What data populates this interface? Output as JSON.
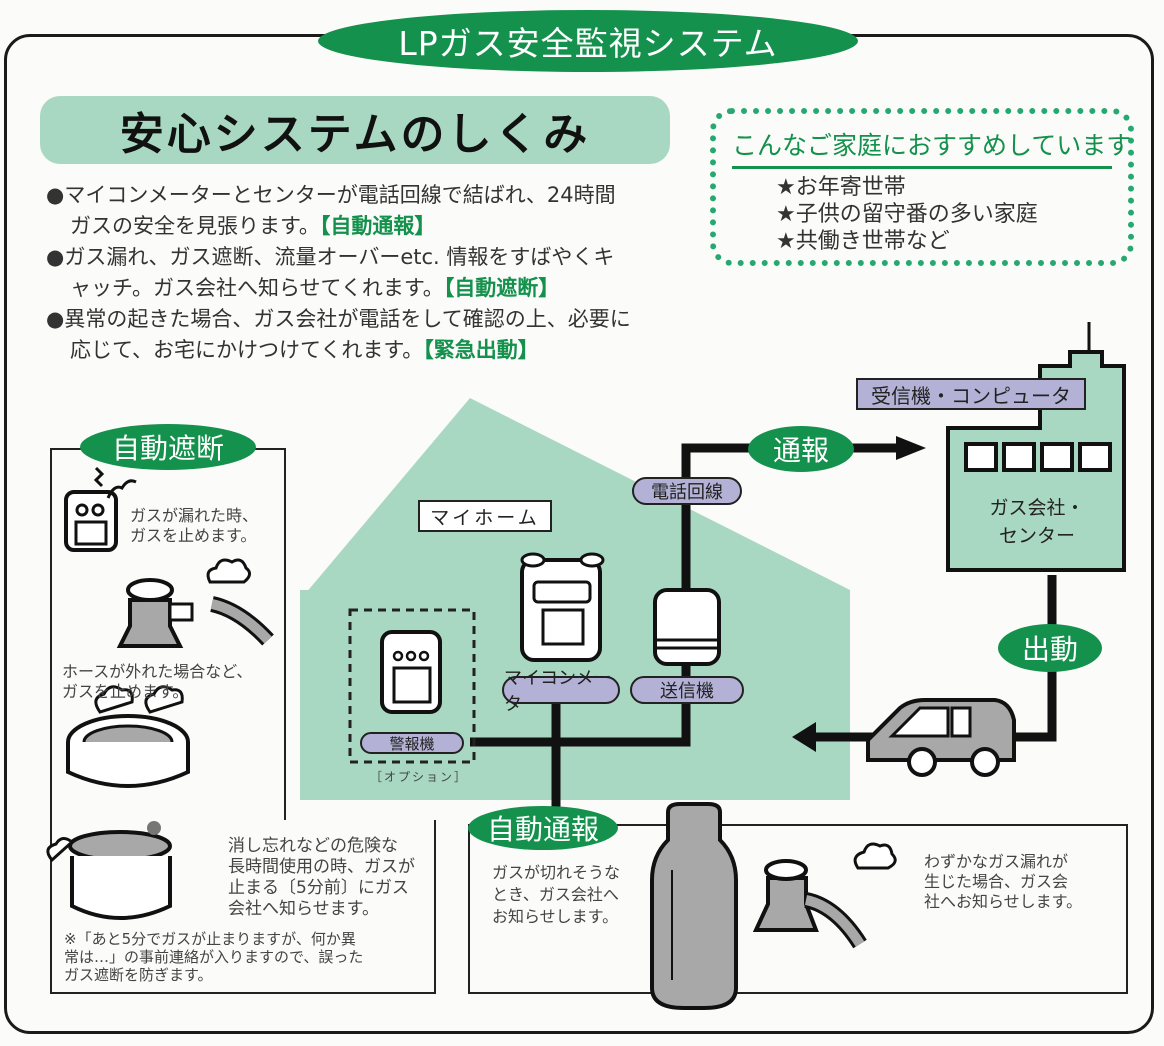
{
  "title": "LPガス安全監視システム",
  "subtitle": "安心システムのしくみ",
  "bullets": [
    {
      "line1": "●マイコンメーターとセンターが電話回線で結ばれ、24時間",
      "line2": "ガスの安全を見張ります。",
      "tag": "【自動通報】"
    },
    {
      "line1": "●ガス漏れ、ガス遮断、流量オーバーetc. 情報をすばやくキ",
      "line2": "ャッチ。ガス会社へ知らせてくれます。",
      "tag": "【自動遮断】"
    },
    {
      "line1": "●異常の起きた場合、ガス会社が電話をして確認の上、必要に",
      "line2": "応じて、お宅にかけつけてくれます。",
      "tag": "【緊急出動】"
    }
  ],
  "recommend": {
    "title": "こんなご家庭におすすめしています",
    "items": [
      "★お年寄世帯",
      "★子供の留守番の多い家庭",
      "★共働き世帯など"
    ]
  },
  "diagram": {
    "home_label": "マイホーム",
    "phone_line": "電話回線",
    "meter": "マイコンメータ",
    "transmitter": "送信機",
    "alarm": "警報機",
    "option": "［オプション］",
    "notify": "通報",
    "dispatch": "出動",
    "receiver": "受信機・コンピュータ",
    "center_line1": "ガス会社・",
    "center_line2": "センター"
  },
  "auto_shutoff": {
    "heading": "自動遮断",
    "text1": [
      "ガスが漏れた時、",
      "ガスを止めます。"
    ],
    "text2": [
      "ホースが外れた場合など、",
      "ガスを止めます。"
    ],
    "text3": [
      "消し忘れなどの危険な",
      "長時間使用の時、ガスが",
      "止まる〔5分前〕にガス",
      "会社へ知らせます。"
    ],
    "note": [
      "※「あと5分でガスが止まりますが、何か異",
      "常は…」の事前連絡が入りますので、誤った",
      "ガス遮断を防ぎます。"
    ]
  },
  "auto_notify": {
    "heading": "自動通報",
    "text1": [
      "ガスが切れそうな",
      "とき、ガス会社へ",
      "お知らせします。"
    ],
    "text2": [
      "わずかなガス漏れが",
      "生じた場合、ガス会",
      "社へお知らせします。"
    ]
  },
  "colors": {
    "green": "#14914c",
    "mint": "#a9d8c2",
    "purple": "#b3b2d6",
    "gray": "#a8a8a8"
  }
}
